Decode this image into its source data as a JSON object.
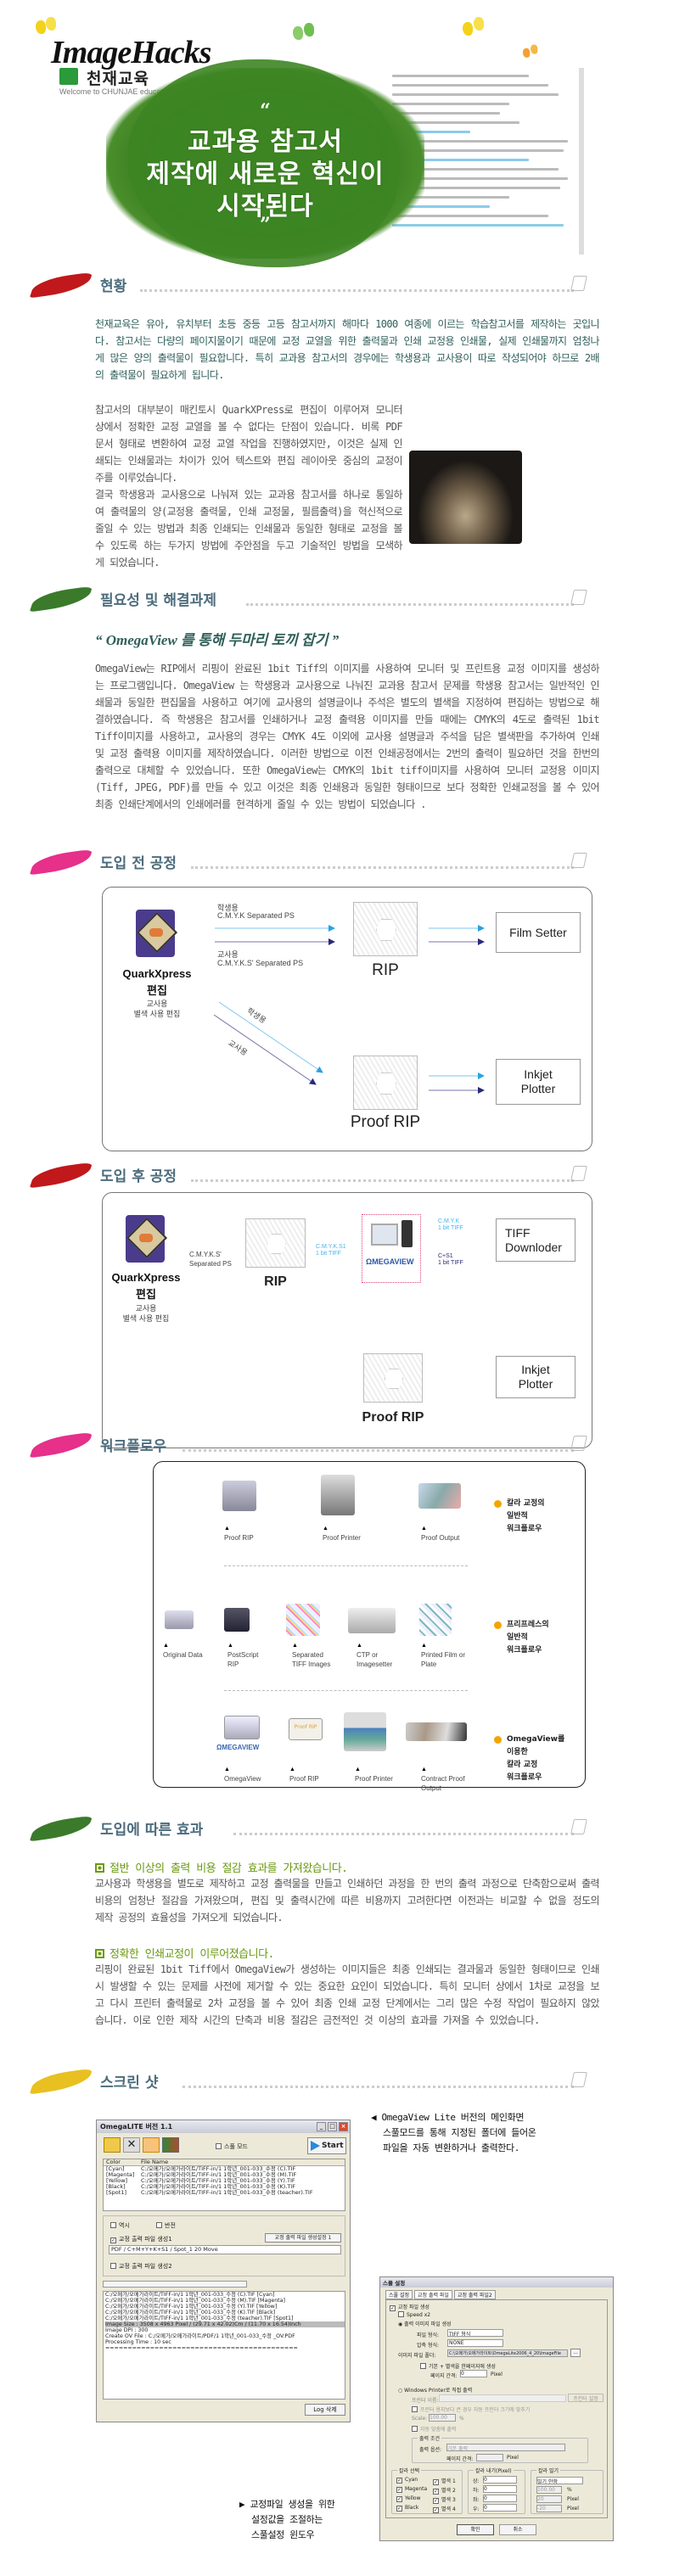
{
  "header": {
    "brand_logo": "ImageHacks",
    "client_name": "천재교육",
    "client_welcome": "Welcome to CHUNJAE education",
    "hero_open_quote": "“",
    "hero_lines": [
      "교과용 참고서",
      "제작에 새로운 혁신이",
      "시작된다"
    ],
    "hero_close_quote": "”"
  },
  "colors": {
    "hero_green": "#3d8524",
    "heading": "#4c6c7c",
    "subheading_green": "#6a9a10",
    "teal_text": "#2f5f5a",
    "legend_dot": "#f2a500"
  },
  "sections": {
    "status": {
      "title": "현황",
      "para1": "천재교육은 유아, 유치부터 초등 중등 고등 참고서까지 해마다 1000 여종에 이르는 학습참고서를 제작하는 곳입니다. 참고서는 다량의 페이지물이기 때문에 교정 교열을 위한 출력물과 인쇄 교정용 인쇄물, 실제 인쇄물까지 엄청나게 많은 양의 출력물이 필요합니다. 특히 교과용 참고서의 경우에는 학생용과 교사용이 따로 작성되어야 하므로 2배의 출력물이 필요하게 됩니다.",
      "para2": "참고서의 대부분이 매킨토시 QuarkXPress로 편집이 이루어져 모니터 상에서 정확한 교정 교열을 볼 수 없다는 단점이 있습니다. 비록 PDF 문서 형태로 변환하여 교정 교열 작업을 진행하였지만, 이것은 실제 인쇄되는 인쇄물과는 차이가 있어 텍스트와 편집 레이아웃 중심의 교정이 주를 이루었습니다.",
      "para3": "결국 학생용과 교사용으로 나눠져 있는 교과용 참고서를 하나로 통일하여 출력물의 양(교정용 출력물, 인쇄 교정물, 필름출력)을 혁신적으로 줄일 수 있는 방법과 최종 인쇄되는 인쇄물과 동일한 형태로 교정을 볼 수 있도록 하는 두가지 방법에 주안점을 두고 기술적인 방법을 모색하게 되었습니다."
    },
    "needs": {
      "title": "필요성 및 해결과제",
      "quote": "“ OmegaView 를 통해 두마리 토끼 잡기 ”",
      "para": "OmegaView는 RIP에서 리핑이 완료된 1bit Tiff의 이미지를 사용하여 모니터 및 프린트용 교정 이미지를 생성하는 프로그램입니다. OmegaView 는 학생용과 교사용으로 나눠진 교과용 참고서 문제를 학생용 참고서는 일반적인 인쇄물과 동일한 편집물을 사용하고 여기에 교사용의 설명글이나 주석은 별도의 별색을 지정하여 편집하는 방법으로 해결하였습니다. 즉 학생용은 참고서를 인쇄하거나 교정 출력용 이미지를 만들 때에는 CMYK의 4도로 출력된 1bit Tiff이미지를 사용하고, 교사용의 경우는 CMYK 4도 이외에 교사용 설명글과 주석을 담은 별색판을 추가하여 인쇄 및 교정 출력용 이미지를 제작하였습니다. 이러한 방법으로 이전 인쇄공정에서는 2번의 출력이 필요하던 것을 한번의 출력으로 대체할 수 있었습니다. 또한 OmegaView는 CMYK의 1bit tiff이미지를 사용하여 모니터 교정용 이미지(Tiff, JPEG, PDF)를 만들 수 있고 이것은 최종 인쇄용과 동일한 형태이므로 보다 정확한 인쇄교정을 볼 수 있어 최종 인쇄단계에서의 인쇄에러를 현격하게 줄일 수 있는 방법이 되었습니다 ."
    },
    "before": {
      "title": "도입 전 공정",
      "app": "QuarkXpress",
      "app_sub": "편집",
      "app_note": [
        "교사용",
        "별색 사용 편집"
      ],
      "student_label": "학생용",
      "student_ps": "C.M.Y.K Separated PS",
      "teacher_label": "교사용",
      "teacher_ps": "C.M.Y.K.S' Separated PS",
      "diag_student": "학생용",
      "diag_teacher": "교사용",
      "rip": "RIP",
      "proof_rip": "Proof RIP",
      "film_setter": "Film Setter",
      "inkjet": [
        "Inkjet",
        "Plotter"
      ]
    },
    "after": {
      "title": "도입 후 공정",
      "app": "QuarkXpress",
      "app_sub": "편집",
      "app_note": [
        "교사용",
        "별색 사용 편집"
      ],
      "ps_label": [
        "C.M.Y.K.S'",
        "Separated PS"
      ],
      "rip": "RIP",
      "tiff_label": [
        "C.M.Y.K.S1",
        "1 bit TIFF"
      ],
      "omegaview_logo": "ΩMEGAVIEW",
      "cmyk_label": [
        "C.M.Y.K",
        "1 bit TIFF"
      ],
      "cs1_label": [
        "C+S1",
        "1 bit TIFF"
      ],
      "tiff_downloader": [
        "TIFF",
        "Downloder"
      ],
      "proof_rip": "Proof RIP",
      "inkjet": [
        "Inkjet",
        "Plotter"
      ]
    },
    "workflow": {
      "title": "워크플로우",
      "row1": [
        "Proof RIP",
        "Proof Printer",
        "Proof Output"
      ],
      "row1_legend": [
        "칼라 교정의",
        "일반적",
        "워크플로우"
      ],
      "row2": [
        "Original Data",
        "PostScript RIP",
        "Separated TIFF Images",
        "CTP or Imagesetter",
        "Printed Film or Plate"
      ],
      "row2_legend": [
        "프리프레스의",
        "일반적",
        "워크플로우"
      ],
      "row3": [
        "OmegaView",
        "Proof RIP",
        "Proof Printer",
        "Contract Proof Output"
      ],
      "row3_legend": [
        "OmegaView를",
        "이용한",
        "칼라 교정",
        "워크플로우"
      ],
      "omegaview_logo": "ΩMEGAVIEW",
      "proof_rip_screen": "Proof RIP"
    },
    "effects": {
      "title": "도입에 따른 효과",
      "items": [
        {
          "heading": "절반 이상의 출력 비용 절감 효과를 가져왔습니다.",
          "text": "교사용과 학생용을 별도로 제작하고 교정 출력물을 만들고 인쇄하던 과정을 한 번의 출력 과정으로 단축함으로써 출력비용의 엄청난 절감을 가져왔으며, 편집 및 출력시간에 따른 비용까지 고려한다면 이전과는 비교할 수 없을 정도의 제작 공정의 효율성을 가져오게 되었습니다."
        },
        {
          "heading": "정확한 인쇄교정이 이루어졌습니다.",
          "text": "리핑이 완료된 1bit Tiff에서 OmegaView가 생성하는 이미지들은 최종 인쇄되는 결과물과 동일한 형태이므로 인쇄시 발생할 수 있는 문제를 사전에 제거할 수 있는 중요한 요인이 되었습니다. 특히 모니터 상에서 1차로 교정을 보고 다시 프린터 출력물로 2차 교정을 볼 수 있어 최종 인쇄 교정 단계에서는 그리 많은 수정 작업이 필요하지 않았습니다. 이로 인한 제작 시간의 단축과 비용 절감은 금전적인 것 이상의 효과를 가져올 수 있었습니다."
        }
      ]
    },
    "screenshots": {
      "title": "스크린 샷",
      "caption1": [
        "OmegaView Lite 버전의 메인화면",
        "스풀모드를 통해 지정된 폴더에 들어온",
        "파일을 자동 변환하거나 출력한다."
      ],
      "caption2": [
        "교정파일 생성을 위한",
        "설정값을 조절하는",
        "스풀설정 윈도우"
      ],
      "main_window": {
        "title": "OmegaLITE 버전 1.1",
        "spool_mode": "스풀 모드",
        "start": "Start",
        "col_color": "Color",
        "col_file": "File Name",
        "rows": [
          {
            "color": "[Cyan]",
            "file": "C:/오메가/오메가라이트/TIFF-in/1 1학년_001-033_수정 (C).TIF"
          },
          {
            "color": "[Magenta]",
            "file": "C:/오메가/오메가라이트/TIFF-in/1 1학년_001-033_수정 (M).TIF"
          },
          {
            "color": "[Yellow]",
            "file": "C:/오메가/오메가라이트/TIFF-in/1 1학년_001-033_수정 (Y).TIF"
          },
          {
            "color": "[Black]",
            "file": "C:/오메가/오메가라이트/TIFF-in/1 1학년_001-033_수정 (K).TIF"
          },
          {
            "color": "[Spot1]",
            "file": "C:/오메가/오메가라이트/TIFF-in/1 1학년_001-033_수정 (teacher).TIF"
          }
        ],
        "opt_mirror": "역시",
        "opt_invert": "반전",
        "gen1": "교정 출력 파일 생성1",
        "gen1_settings": "교정 출력 파일 생성설정 1",
        "gen1_value": "PDF / C+M+Y+K+S1 / Spot_1 20 Move",
        "gen2": "교정 출력 파일 생성2",
        "log": [
          "C:/오메가/오메가라이트/TIFF-in/1 1학년_001-033_수정 (C).TIF [Cyan]",
          "C:/오메가/오메가라이트/TIFF-in/1 1학년_001-033_수정 (M).TIF [Magenta]",
          "C:/오메가/오메가라이트/TIFF-in/1 1학년_001-033_수정 (Y).TIF [Yellow]",
          "C:/오메가/오메가라이트/TIFF-in/1 1학년_001-033_수정 (K).TIF [Black]",
          "C:/오메가/오메가라이트/TIFF-in/1 1학년_001-033_수정 (teacher).TIF [Spot1]",
          "Image Size : 3508 x 4963 Pixel  /  (29.71 x 42.02)Cm  /  (11.70 x 16.54)Inch",
          "Image DPI : 300",
          "Create OV File : C:/오메가/오메가라이트/PDF/1 1학년_001-033_수정 _OV.PDF",
          "Processing Time : 10 sec",
          "==========================================="
        ],
        "log_clear": "Log 삭제"
      },
      "spool_window": {
        "title": "스풀 설정",
        "tabs": [
          "스풀 설정",
          "교정 출력 파일",
          "교정 출력 파일2"
        ],
        "create_proof": "교정 파일 생성",
        "speed": "Speed x2",
        "out_image": "출력 이미지 파일 생성",
        "file_format_label": "파일 형식:",
        "file_format": "TIFF 형식",
        "compression_label": "압축 형식:",
        "compression": "NONE",
        "folder_label": "이미지 파일 폴더:",
        "folder": "C:\\오메가\\오메가라이트\\OmegaLite2006_4_20\\ImageFile",
        "browse": "...",
        "merge": "기본 + 별색을 한페이지에 생성",
        "page_gap_label": "페이지 간격:",
        "page_gap": "0",
        "pixel": "Pixel",
        "win_printer": "Windows Printer로 직접 출력",
        "printer_name": "프린터 이름:",
        "printer_setup": "프린터 설정",
        "fit": "프린터 용지보다 큰 경우 자동 프린터 크기에 맞추기",
        "scale_label": "Scale:",
        "scale": "100.00",
        "percent": "%",
        "auto_fit": "자동 맞춤에 출력",
        "out_cond": "출력 조건",
        "out_opt_label": "출력 옵션:",
        "out_opt": "기본 출력",
        "color_sel": "칼라 선택",
        "colors": [
          "Cyan",
          "Magenta",
          "Yellow",
          "Black"
        ],
        "spots": [
          "별색 1",
          "별색 2",
          "별색 3",
          "별색 4"
        ],
        "margin": "칼라 내기(Pixel)",
        "margins": [
          "상:",
          "하:",
          "좌:",
          "우:"
        ],
        "margin_val": "0",
        "move": "칼라 밀기",
        "move_opt": "밀기 안함",
        "move_vals": [
          "100.00",
          "20",
          "-20"
        ],
        "move_units": [
          "%",
          "Pixel",
          "Pixel"
        ],
        "ok": "확인",
        "cancel": "취소"
      }
    }
  }
}
